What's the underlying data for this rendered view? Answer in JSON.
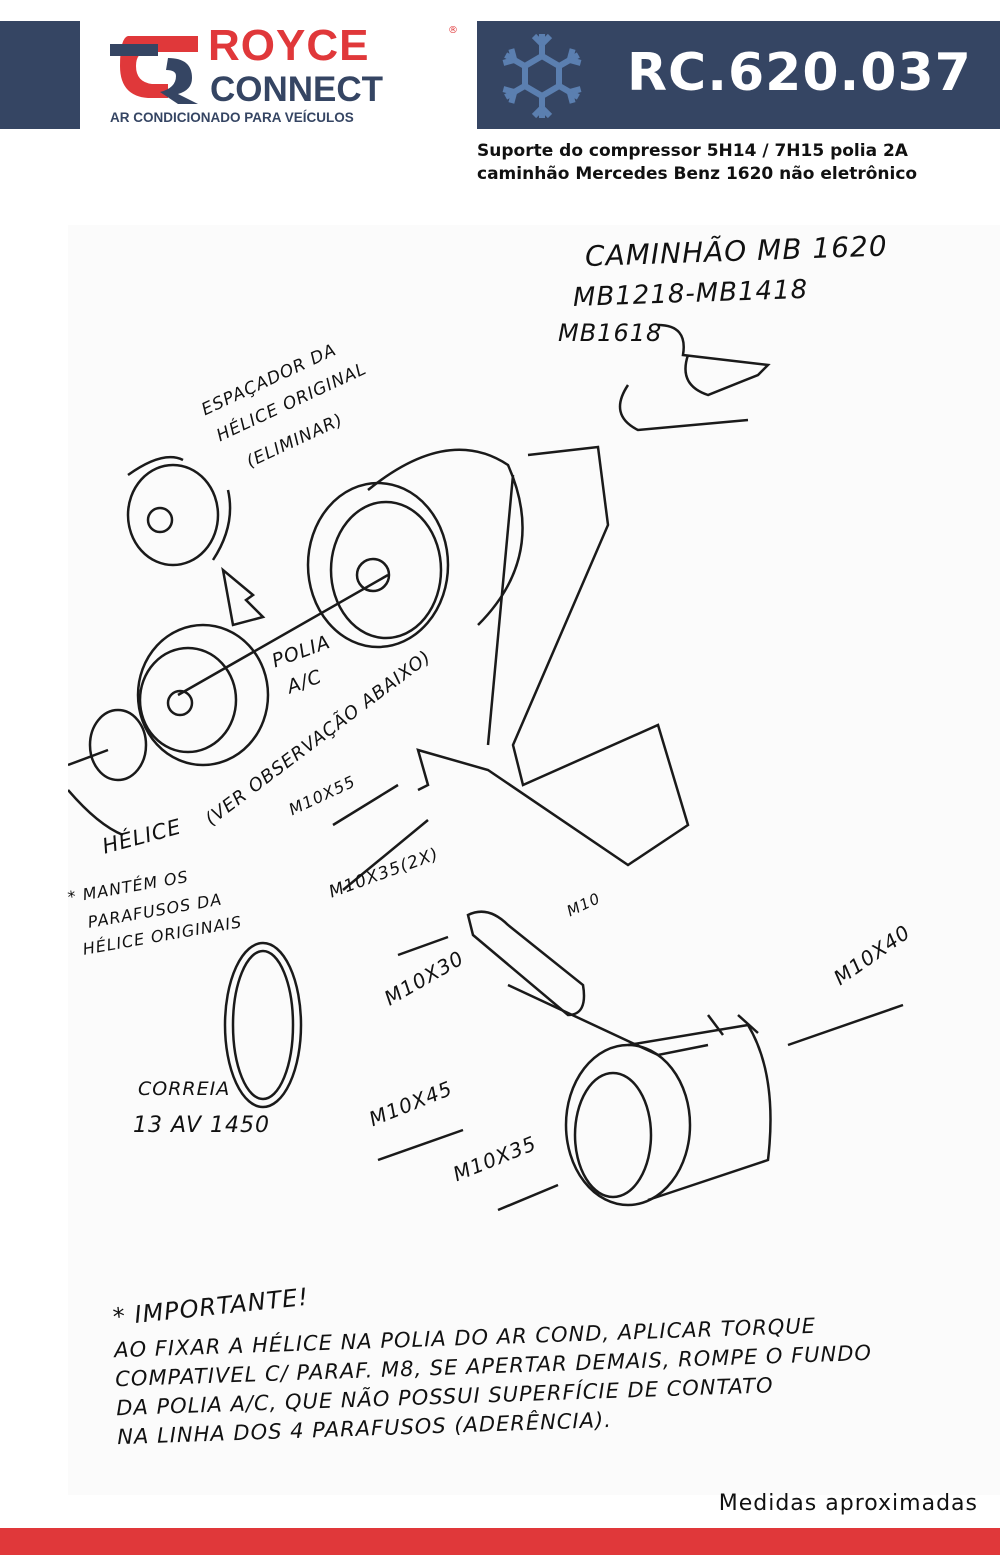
{
  "brand": {
    "name_top": "ROYCE",
    "name_bottom": "CONNECT",
    "tagline": "AR CONDICIONADO PARA VEÍCULOS",
    "registered": "®",
    "colors": {
      "red": "#e0383a",
      "navy": "#354563",
      "snow": "#5b7fb0"
    }
  },
  "product": {
    "code": "RC.620.037",
    "description_line1": "Suporte do compressor 5H14 / 7H15 polia 2A",
    "description_line2": "caminhão Mercedes Benz 1620 não eletrônico"
  },
  "sketch": {
    "vehicle_line1": "CAMINHÃO  MB 1620",
    "vehicle_line2": "MB1218-MB1418",
    "vehicle_line3": "MB1618",
    "spacer_line1": "ESPAÇADOR DA",
    "spacer_line2": "HÉLICE ORIGINAL",
    "spacer_line3": "(ELIMINAR)",
    "pulley_line1": "POLIA",
    "pulley_line2": "A/C",
    "see_note": "(VER OBSERVAÇÃO ABAIXO)",
    "fan": "HÉLICE",
    "keep_line1": "* MANTÉM OS",
    "keep_line2": "PARAFUSOS DA",
    "keep_line3": "HÉLICE ORIGINAIS",
    "bolt_m10x55": "M10X55",
    "bolt_m10x35_2x": "M10X35(2X)",
    "bolt_m10": "M10",
    "bolt_m10x30": "M10X30",
    "bolt_m10x40": "M10X40",
    "bolt_m10x45": "M10X45",
    "bolt_m10x35": "M10X35",
    "belt_line1": "CORREIA",
    "belt_line2": "13 AV 1450"
  },
  "note": {
    "title": "* IMPORTANTE!",
    "lines": [
      "AO FIXAR A HÉLICE NA POLIA DO AR COND, APLICAR TORQUE",
      "COMPATIVEL C/ PARAF. M8, SE APERTAR DEMAIS, ROMPE O FUNDO",
      "DA POLIA A/C, QUE NÃO POSSUI SUPERFÍCIE DE CONTATO",
      "NA LINHA DOS 4 PARAFUSOS (ADERÊNCIA)."
    ]
  },
  "footer": {
    "measures": "Medidas aproximadas"
  }
}
